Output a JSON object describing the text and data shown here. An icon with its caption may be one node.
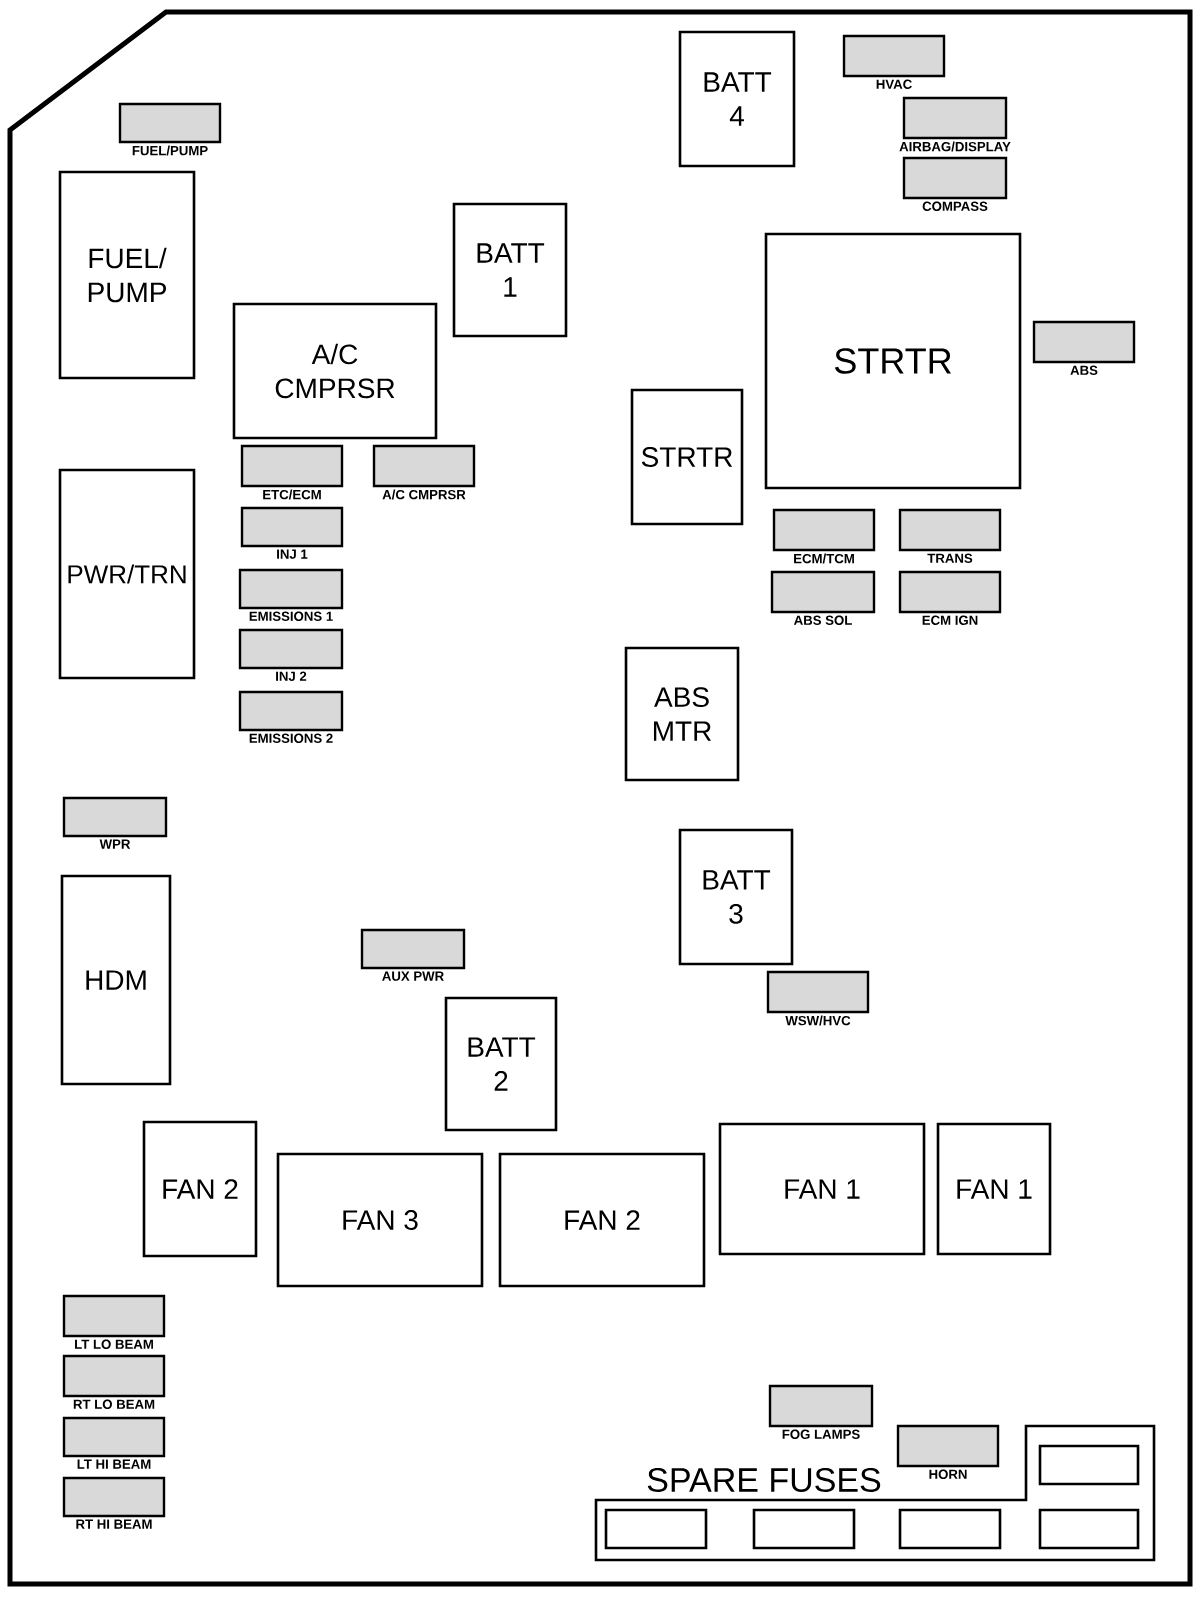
{
  "diagram": {
    "nodes": [
      {
        "text": [
          "FUEL/PUMP"
        ]
      },
      {
        "text": [
          "BATT 4"
        ]
      },
      {
        "text": [
          "HVAC"
        ]
      },
      {
        "text": [
          "AIRBAG/DISPLAY"
        ]
      },
      {
        "text": [
          "COMPASS"
        ]
      },
      {
        "text": [
          "FUEL/ PUMP"
        ]
      },
      {
        "text": [
          "BATT 1"
        ]
      },
      {
        "text": [
          "STRTR"
        ]
      },
      {
        "text": [
          "A/C CMPRSR"
        ]
      },
      {
        "text": [
          "ABS"
        ]
      },
      {
        "text": [
          "STRTR"
        ]
      },
      {
        "text": [
          "ETC/ECM"
        ]
      },
      {
        "text": [
          "A/C CMPRSR"
        ]
      },
      {
        "text": [
          "PWR/TRN"
        ]
      },
      {
        "text": [
          "INJ 1"
        ]
      },
      {
        "text": [
          "ECM/TCM"
        ]
      },
      {
        "text": [
          "TRANS"
        ]
      },
      {
        "text": [
          "EMISSIONS 1"
        ]
      },
      {
        "text": [
          "ABS SOL"
        ]
      },
      {
        "text": [
          "ECM IGN"
        ]
      },
      {
        "text": [
          "INJ 2"
        ]
      },
      {
        "text": [
          "ABS MTR"
        ]
      },
      {
        "text": [
          "EMISSIONS 2"
        ]
      },
      {
        "text": [
          "WPR"
        ]
      },
      {
        "text": [
          "BATT 3"
        ]
      },
      {
        "text": [
          "HDM"
        ]
      },
      {
        "text": [
          "AUX PWR"
        ]
      },
      {
        "text": [
          "WSW/HVC"
        ]
      },
      {
        "text": [
          "BATT 2"
        ]
      },
      {
        "text": [
          "FAN 2"
        ]
      },
      {
        "text": [
          "FAN 3"
        ]
      },
      {
        "text": [
          "FAN 2"
        ]
      },
      {
        "text": [
          "FAN 1"
        ]
      },
      {
        "text": [
          "FAN 1"
        ]
      },
      {
        "text": [
          "LT LO BEAM"
        ]
      },
      {
        "text": [
          "RT LO BEAM"
        ]
      },
      {
        "text": [
          "LT HI BEAM"
        ]
      },
      {
        "text": [
          "RT HI BEAM"
        ]
      },
      {
        "text": [
          "FOG LAMPS"
        ]
      },
      {
        "text": [
          "HORN"
        ]
      },
      {
        "text": [
          "SPARE FUSES"
        ]
      },
      {
        "text": [],
        "shape": "box",
        "in": 40
      },
      {
        "text": [],
        "shape": "box",
        "in": 40
      },
      {
        "text": [],
        "shape": "box",
        "in": 40
      },
      {
        "text": [],
        "shape": "box",
        "in": 40
      },
      {
        "text": [],
        "shape": "box",
        "in": 40
      }
    ]
  }
}
